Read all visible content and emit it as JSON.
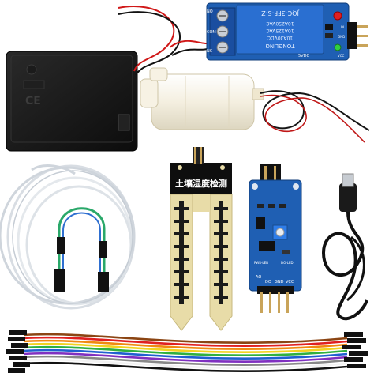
{
  "relay": {
    "line1": "JQC-3FF-S-Z",
    "line2": "10A250VAC",
    "line3": "10A125VAC",
    "line4": "10A30VDC",
    "line5": "5VDC",
    "brand": "TONGLING",
    "pin_no": "NO",
    "pin_com": "COM",
    "pin_nc": "NC",
    "pin_in": "IN",
    "pin_gnd": "GND",
    "pin_vcc": "VCC"
  },
  "battery_box": {
    "ce_mark": "CE"
  },
  "soil_probe": {
    "label": "土壤湿度检测"
  },
  "sensor_module": {
    "pin_do": "DO",
    "pin_gnd": "GND",
    "pin_vcc": "VCC",
    "pin_ao": "AO",
    "led_pwr": "PWR-LED",
    "led_do": "DO-LED"
  },
  "colors": {
    "relay_board": "#1f5fb3",
    "sensor_board": "#1f5fb3",
    "probe_board": "#e8dca8",
    "battery_box": "#151515",
    "pump": "#f4efe0"
  }
}
